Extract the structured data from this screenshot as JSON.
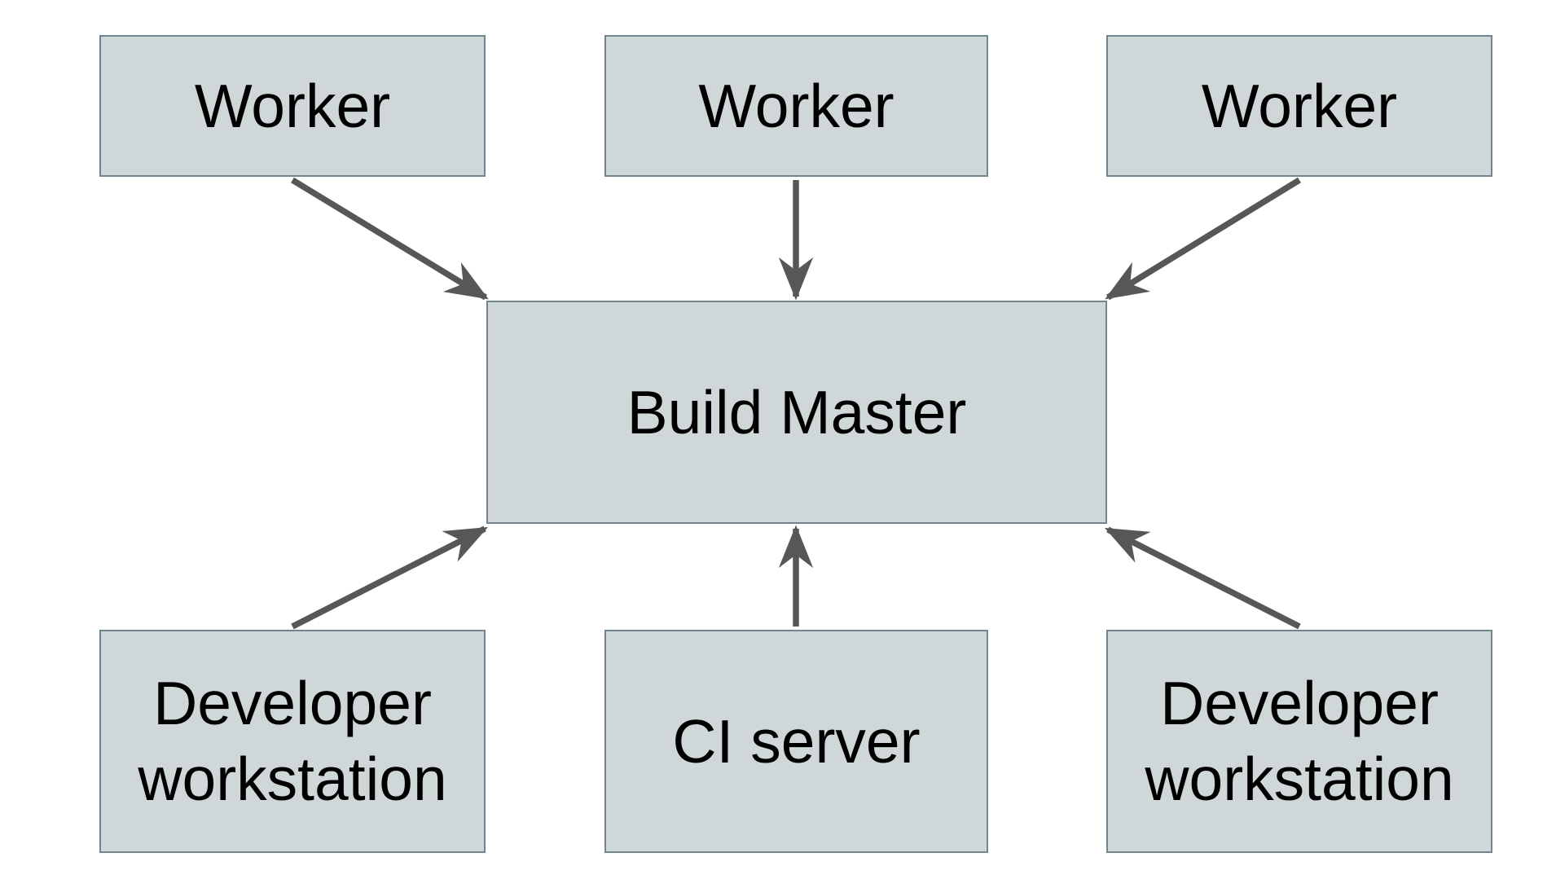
{
  "diagram": {
    "type": "architecture-diagram",
    "background": "#ffffff",
    "nodes": [
      {
        "id": "worker-1",
        "label": "Worker",
        "row": "top",
        "column": "left"
      },
      {
        "id": "worker-2",
        "label": "Worker",
        "row": "top",
        "column": "center"
      },
      {
        "id": "worker-3",
        "label": "Worker",
        "row": "top",
        "column": "right"
      },
      {
        "id": "build-master",
        "label": "Build Master",
        "row": "middle",
        "column": "center"
      },
      {
        "id": "developer-workstation-1",
        "label": "Developer workstation",
        "row": "bottom",
        "column": "left"
      },
      {
        "id": "ci-server",
        "label": "CI server",
        "row": "bottom",
        "column": "center"
      },
      {
        "id": "developer-workstation-2",
        "label": "Developer workstation",
        "row": "bottom",
        "column": "right"
      }
    ],
    "edges": [
      {
        "from": "worker-1",
        "to": "build-master",
        "arrowhead": "stealth"
      },
      {
        "from": "worker-2",
        "to": "build-master",
        "arrowhead": "stealth"
      },
      {
        "from": "worker-3",
        "to": "build-master",
        "arrowhead": "stealth"
      },
      {
        "from": "developer-workstation-1",
        "to": "build-master",
        "arrowhead": "stealth"
      },
      {
        "from": "ci-server",
        "to": "build-master",
        "arrowhead": "stealth"
      },
      {
        "from": "developer-workstation-2",
        "to": "build-master",
        "arrowhead": "stealth"
      }
    ],
    "colors": {
      "node_fill": "#d0d7d9",
      "node_border": "#71858f",
      "arrow": "#575757",
      "text": "#000000",
      "background": "#ffffff"
    }
  }
}
